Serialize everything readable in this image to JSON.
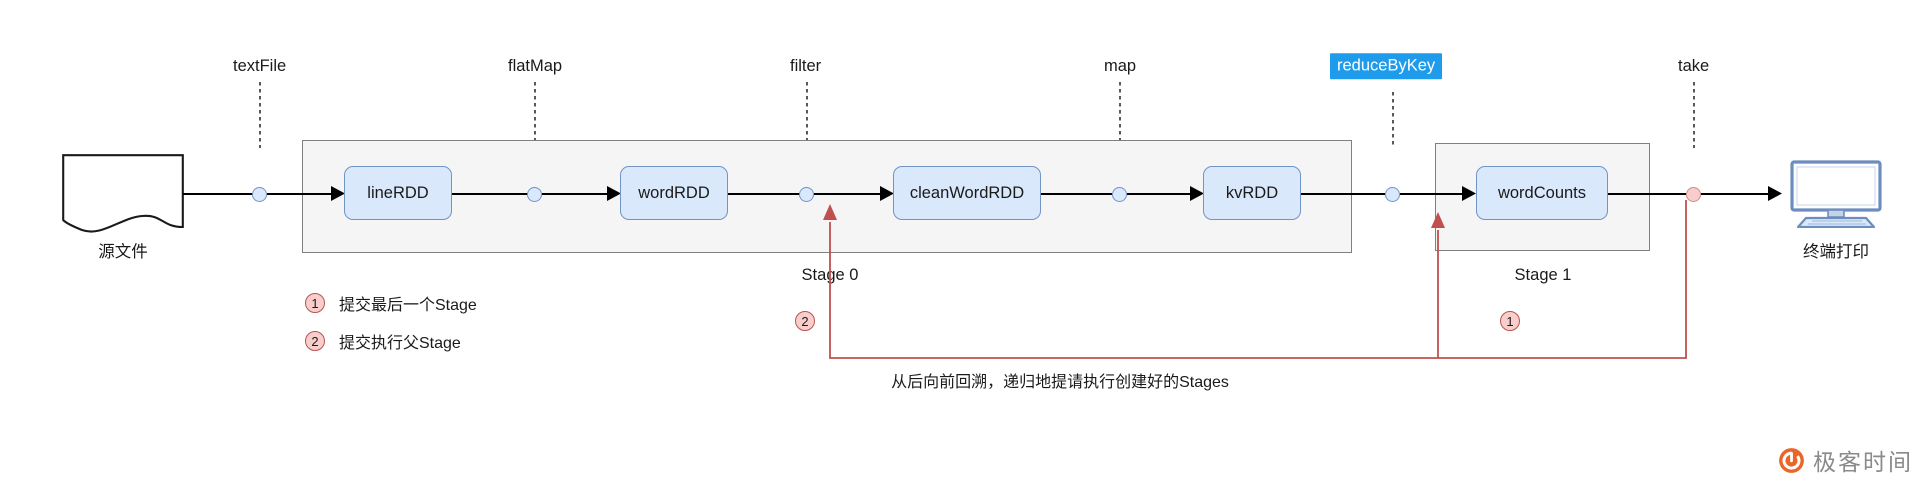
{
  "diagram": {
    "title": "Spark RDD DAG Stage Scheduling Diagram",
    "source": {
      "label": "源文件",
      "icon": "document-wave-icon"
    },
    "sink": {
      "label": "终端打印",
      "icon": "monitor-icon"
    },
    "operators": [
      {
        "id": "textFile",
        "label": "textFile",
        "highlighted": false
      },
      {
        "id": "flatMap",
        "label": "flatMap",
        "highlighted": false
      },
      {
        "id": "filter",
        "label": "filter",
        "highlighted": false
      },
      {
        "id": "map",
        "label": "map",
        "highlighted": false
      },
      {
        "id": "reduceByKey",
        "label": "reduceByKey",
        "highlighted": true
      },
      {
        "id": "take",
        "label": "take",
        "highlighted": false
      }
    ],
    "rdds": [
      {
        "id": "lineRDD",
        "label": "lineRDD",
        "stage": "Stage 0"
      },
      {
        "id": "wordRDD",
        "label": "wordRDD",
        "stage": "Stage 0"
      },
      {
        "id": "cleanWordRDD",
        "label": "cleanWordRDD",
        "stage": "Stage 0"
      },
      {
        "id": "kvRDD",
        "label": "kvRDD",
        "stage": "Stage 0"
      },
      {
        "id": "wordCounts",
        "label": "wordCounts",
        "stage": "Stage 1"
      }
    ],
    "stages": [
      {
        "id": "stage0",
        "label": "Stage 0"
      },
      {
        "id": "stage1",
        "label": "Stage 1"
      }
    ],
    "legend": [
      {
        "num": "1",
        "text": "提交最后一个Stage"
      },
      {
        "num": "2",
        "text": "提交执行父Stage"
      }
    ],
    "flow_markers": [
      {
        "num": "1"
      },
      {
        "num": "2"
      }
    ],
    "caption": "从后向前回溯，递归地提请执行创建好的Stages",
    "colors": {
      "rdd_fill": "#dae8fc",
      "rdd_border": "#7094c4",
      "stage_fill": "#f5f5f5",
      "stage_border": "#808080",
      "highlight_bg": "#1e9ceb",
      "highlight_text": "#ffffff",
      "flow_red": "#c0504d",
      "marker_fill": "#f8cecc",
      "marker_border": "#b85450"
    }
  },
  "watermark": {
    "text": "极客时间",
    "icon": "geektime-logo-icon",
    "color": "#e8662a"
  }
}
